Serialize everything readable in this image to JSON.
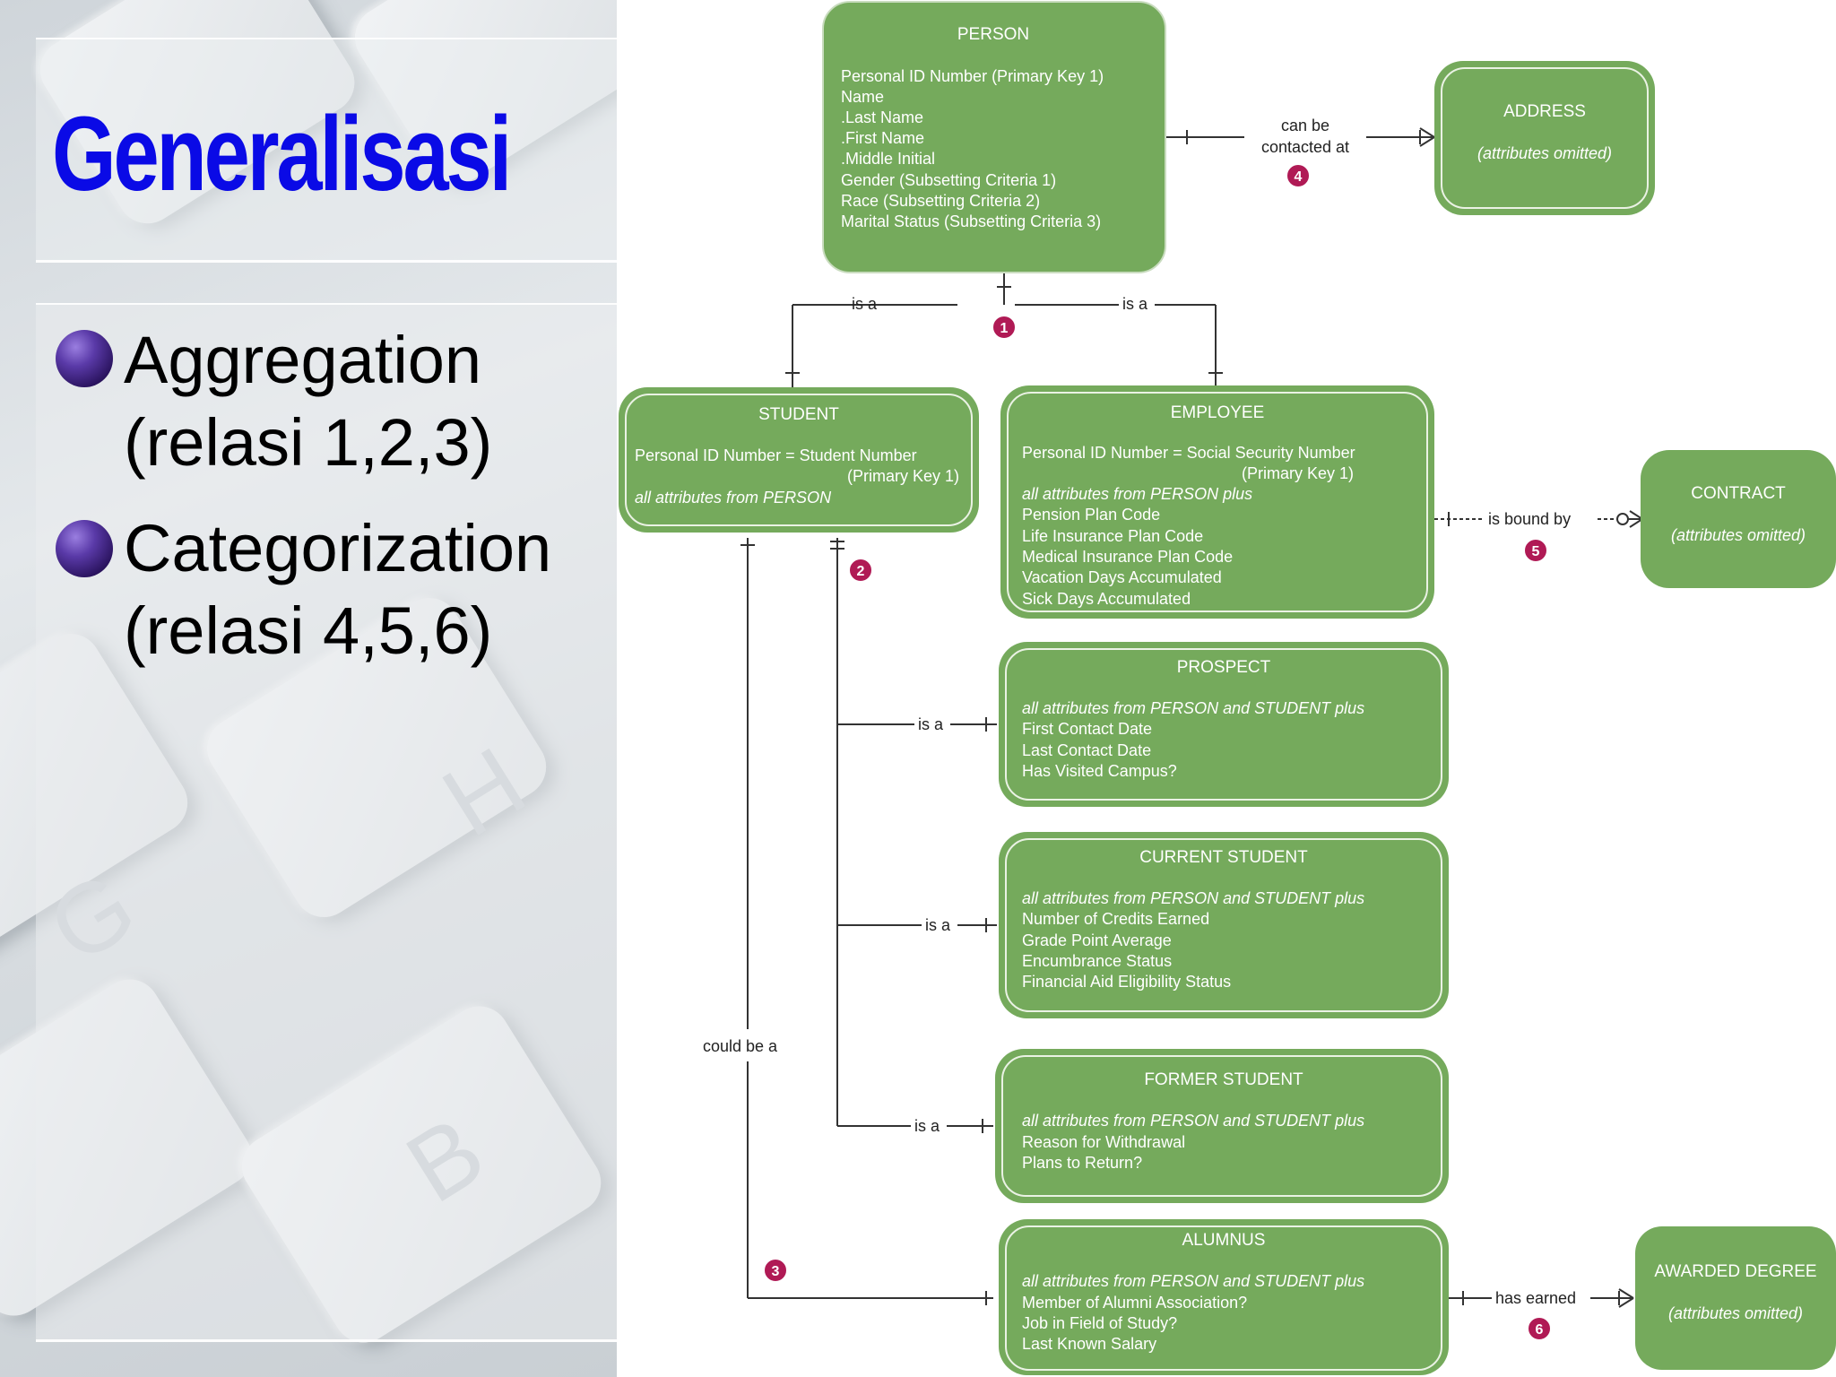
{
  "slide": {
    "title": "Generalisasi",
    "bullets": [
      {
        "line1": "Aggregation",
        "line2": "(relasi 1,2,3)"
      },
      {
        "line1": "Categorization",
        "line2": "(relasi 4,5,6)"
      }
    ],
    "background_keys": [
      "G",
      "H",
      "B"
    ]
  },
  "colors": {
    "entity_fill": "#75aa5c",
    "entity_border": "#ffffff",
    "marker_fill": "#b01a55",
    "line": "#333333",
    "title": "#0a0ae6"
  },
  "entities": {
    "person": {
      "name": "PERSON",
      "lines": [
        "Personal ID Number (Primary Key 1)",
        "Name",
        ".Last Name",
        ".First Name",
        ".Middle Initial",
        "Gender (Subsetting Criteria 1)",
        "Race (Subsetting Criteria 2)",
        "Marital Status (Subsetting Criteria 3)"
      ]
    },
    "address": {
      "name": "ADDRESS",
      "lines": [
        "(attributes omitted)"
      ]
    },
    "student": {
      "name": "STUDENT",
      "lines": [
        "Personal ID Number = Student Number",
        "(Primary Key 1)",
        "all attributes from PERSON"
      ]
    },
    "employee": {
      "name": "EMPLOYEE",
      "lines": [
        "Personal ID Number = Social Security Number",
        "(Primary Key 1)",
        "all attributes from PERSON plus",
        "Pension Plan Code",
        "Life Insurance Plan Code",
        "Medical Insurance Plan Code",
        "Vacation Days Accumulated",
        "Sick Days Accumulated"
      ]
    },
    "contract": {
      "name": "CONTRACT",
      "lines": [
        "(attributes omitted)"
      ]
    },
    "prospect": {
      "name": "PROSPECT",
      "lines": [
        "all attributes from PERSON and STUDENT plus",
        "First Contact Date",
        "Last Contact Date",
        "Has Visited Campus?"
      ]
    },
    "current_student": {
      "name": "CURRENT STUDENT",
      "lines": [
        "all attributes from PERSON and STUDENT plus",
        "Number of Credits Earned",
        "Grade Point Average",
        "Encumbrance Status",
        "Financial Aid Eligibility Status"
      ]
    },
    "former_student": {
      "name": "FORMER STUDENT",
      "lines": [
        "all attributes from PERSON and STUDENT plus",
        "Reason for Withdrawal",
        "Plans to Return?"
      ]
    },
    "alumnus": {
      "name": "ALUMNUS",
      "lines": [
        "all attributes from PERSON and STUDENT plus",
        "Member of Alumni Association?",
        "Job in Field of Study?",
        "Last Known Salary"
      ]
    },
    "awarded_degree": {
      "name": "AWARDED DEGREE",
      "lines": [
        "(attributes omitted)"
      ]
    }
  },
  "relationships": {
    "is_a": "is a",
    "can_be_line1": "can be",
    "can_be_line2": "contacted at",
    "is_bound_by": "is bound by",
    "has_earned": "has earned",
    "could_be_a": "could be a"
  },
  "markers": [
    "1",
    "2",
    "3",
    "4",
    "5",
    "6"
  ]
}
